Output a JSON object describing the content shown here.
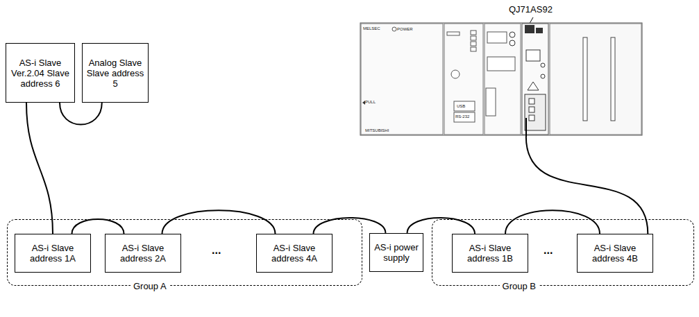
{
  "diagram": {
    "nodes": [
      {
        "text": [
          "AS-i Slave Ver.2.04 Slave address 6"
        ]
      },
      {
        "text": [
          "Analog Slave Slave address 5"
        ]
      },
      {
        "text": [
          "Group A"
        ]
      },
      {
        "text": [
          "AS-i Slave address 1A"
        ],
        "in": 2
      },
      {
        "text": [
          "AS-i Slave address 2A"
        ],
        "in": 2
      },
      {
        "text": [
          "AS-i Slave address 4A"
        ],
        "in": 2
      },
      {
        "text": [
          "AS-i power supply"
        ]
      },
      {
        "text": [
          "Group B"
        ]
      },
      {
        "text": [
          "AS-i Slave address 1B"
        ],
        "in": 7
      },
      {
        "text": [
          "AS-i Slave address 4B"
        ],
        "in": 7
      },
      {
        "text": [
          "MELSEC",
          "POWER",
          "USB",
          "RS-232",
          "MITSUBISHI",
          "PULL"
        ]
      }
    ],
    "edges": [
      {
        "from": 0,
        "to": 1,
        "arrow": "none"
      },
      {
        "from": 0,
        "to": 3,
        "arrow": "none"
      },
      {
        "from": 3,
        "to": 4,
        "arrow": "none"
      },
      {
        "from": 4,
        "to": 5,
        "arrow": "none"
      },
      {
        "from": 5,
        "to": 6,
        "arrow": "none"
      },
      {
        "from": 6,
        "to": 8,
        "arrow": "none"
      },
      {
        "from": 8,
        "to": 9,
        "arrow": "none"
      },
      {
        "from": 9,
        "to": 10,
        "arrow": "none"
      }
    ],
    "labels": [
      "QJ71AS92",
      "...",
      "..."
    ]
  }
}
